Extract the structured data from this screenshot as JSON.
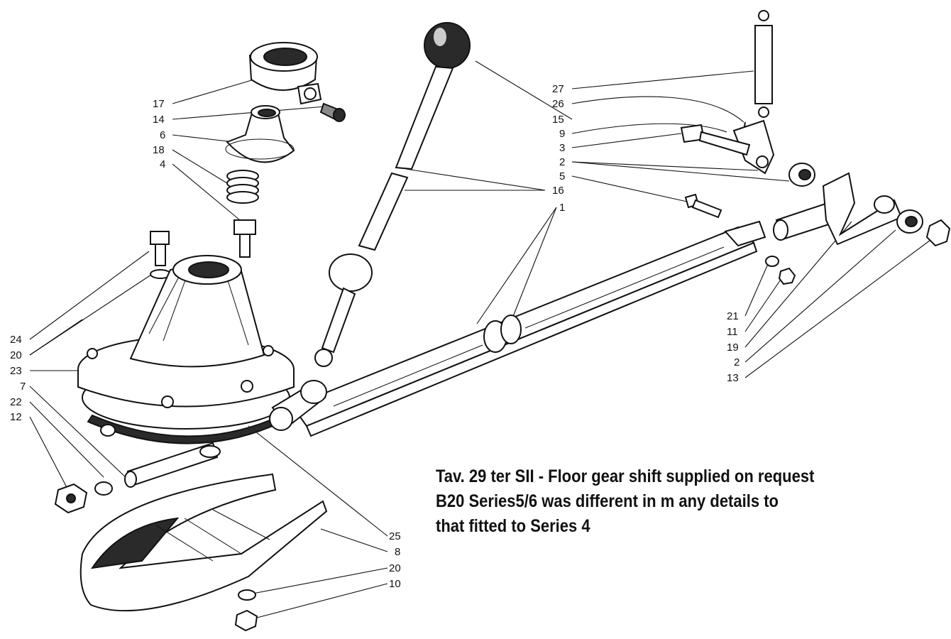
{
  "caption": {
    "line1": "Tav. 29 ter SII - Floor gear shift supplied on request",
    "line2": "B20 Series5/6 was different in m any details to",
    "line3": "that fitted to Series 4"
  },
  "labels": {
    "l17": "17",
    "l14": "14",
    "l6": "6",
    "l18": "18",
    "l4": "4",
    "l24": "24",
    "l20a": "20",
    "l23": "23",
    "l7": "7",
    "l22": "22",
    "l12": "12",
    "l27": "27",
    "l26": "26",
    "l15": "15",
    "l9": "9",
    "l3": "3",
    "l2a": "2",
    "l5": "5",
    "l16": "16",
    "l1": "1",
    "l21": "21",
    "l11": "11",
    "l19": "19",
    "l2b": "2",
    "l13": "13",
    "l25": "25",
    "l8": "8",
    "l20b": "20",
    "l10": "10"
  }
}
